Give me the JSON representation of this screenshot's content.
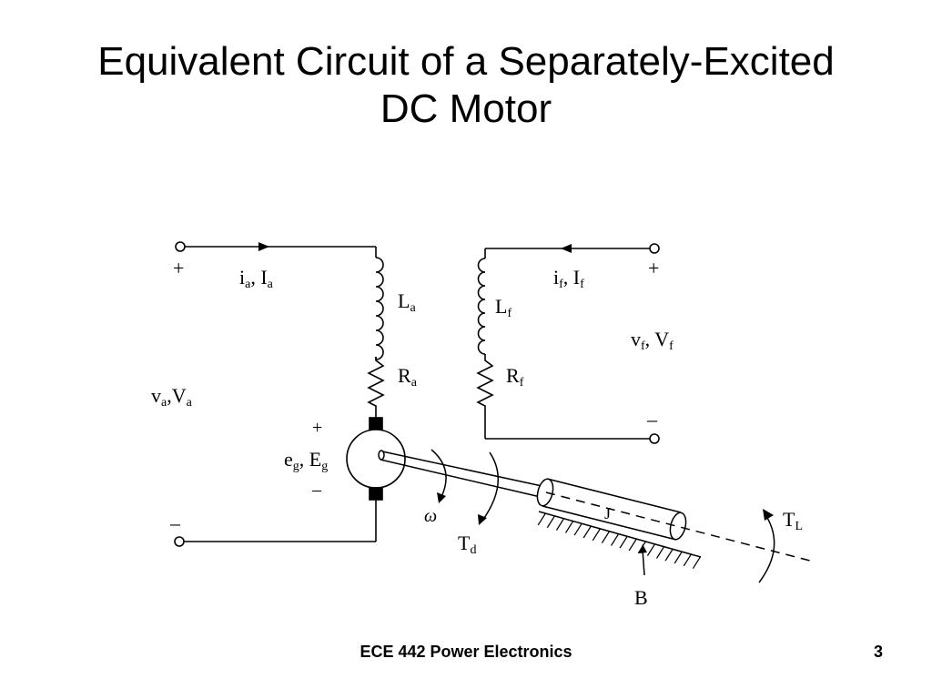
{
  "slide": {
    "title_line1": "Equivalent Circuit of a Separately-Excited",
    "title_line2": "DC Motor",
    "footer": "ECE 442 Power Electronics",
    "page_number": "3"
  },
  "diagram": {
    "armature_plus": "+",
    "armature_minus": "–",
    "armature_current": {
      "main": "i",
      "sub": "a",
      "sep": ", ",
      "main2": "I",
      "sub2": "a"
    },
    "armature_voltage": {
      "main": "v",
      "sub": "a",
      "sep": ",",
      "main2": "V",
      "sub2": "a"
    },
    "armature_inductance": {
      "main": "L",
      "sub": "a"
    },
    "armature_resistance": {
      "main": "R",
      "sub": "a"
    },
    "back_emf_plus": "+",
    "back_emf_minus": "–",
    "back_emf": {
      "main": "e",
      "sub": "g",
      "sep": ", ",
      "main2": "E",
      "sub2": "g"
    },
    "field_plus": "+",
    "field_minus": "–",
    "field_current": {
      "main": "i",
      "sub": "f",
      "sep": ", ",
      "main2": "I",
      "sub2": "f"
    },
    "field_voltage": {
      "main": "v",
      "sub": "f",
      "sep": ", ",
      "main2": "V",
      "sub2": "f"
    },
    "field_inductance": {
      "main": "L",
      "sub": "f"
    },
    "field_resistance": {
      "main": "R",
      "sub": "f"
    },
    "speed": "ω",
    "developed_torque": {
      "main": "T",
      "sub": "d"
    },
    "inertia": "J",
    "friction": "B",
    "load_torque": {
      "main": "T",
      "sub": "L"
    }
  }
}
